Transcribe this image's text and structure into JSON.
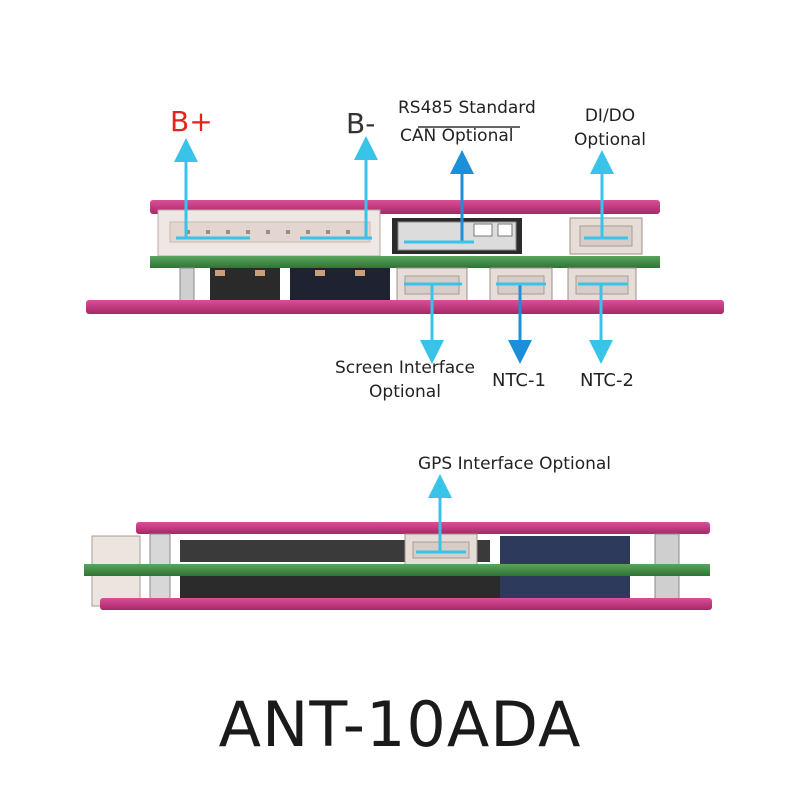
{
  "labels": {
    "b_plus": "B+",
    "b_minus": "B-",
    "rs485_standard": "RS485 Standard",
    "can_optional": "CAN Optional",
    "di_do": "DI/DO",
    "di_do_optional": "Optional",
    "screen_interface": "Screen Interface",
    "screen_optional": "Optional",
    "ntc1": "NTC-1",
    "ntc2": "NTC-2",
    "gps_interface": "GPS Interface Optional"
  },
  "model": "ANT-10ADA",
  "colors": {
    "b_plus_text": "#e0261c",
    "arrow_cyan": "#39c3e8",
    "arrow_blue": "#1c8fd9",
    "case_pink": "#c2367f",
    "pcb_green": "#3f8f45"
  }
}
